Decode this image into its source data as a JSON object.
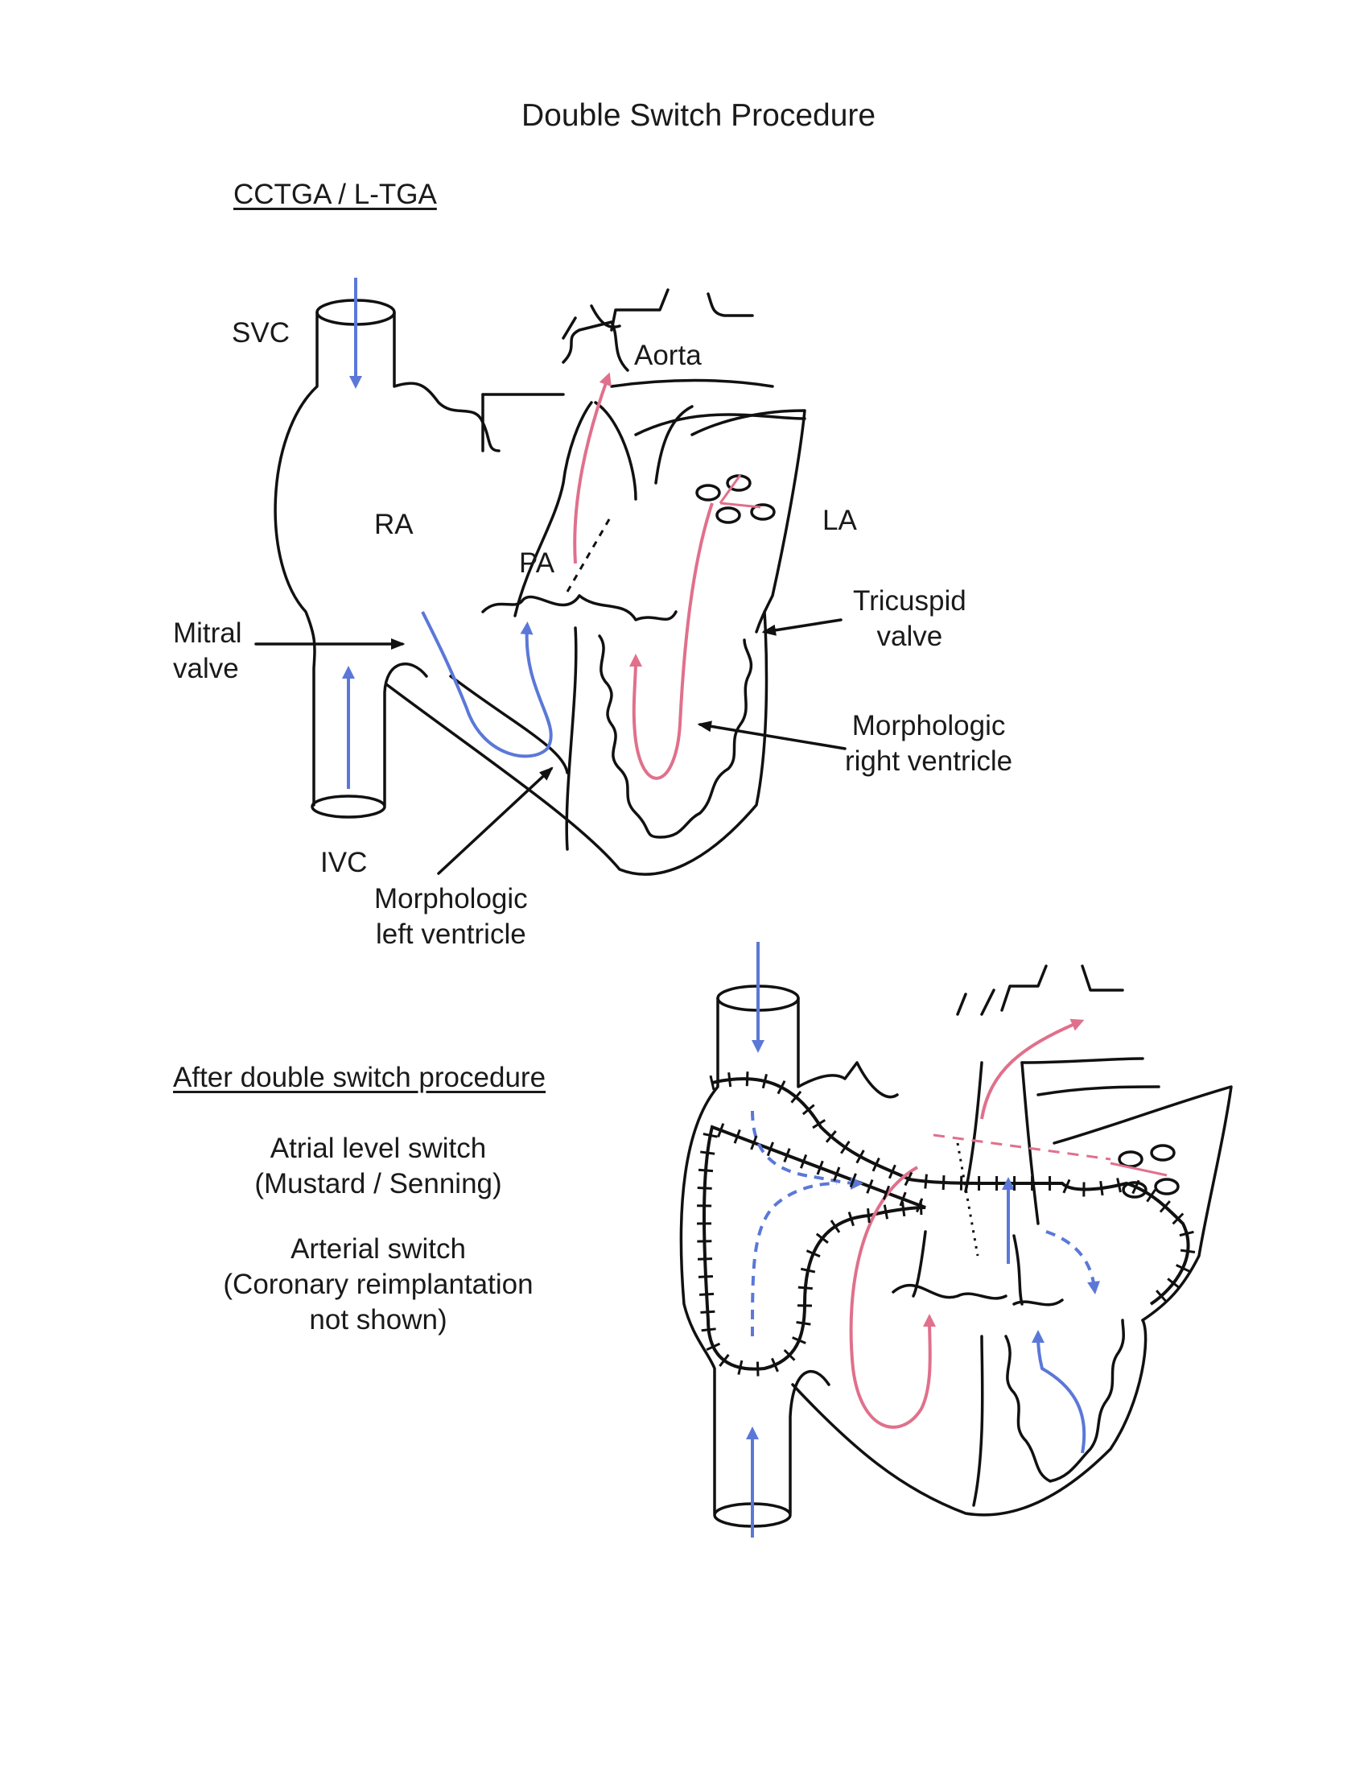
{
  "title": "Double Switch Procedure",
  "section_top": {
    "heading": "CCTGA / L-TGA"
  },
  "labels": {
    "svc": "SVC",
    "aorta": "Aorta",
    "ra": "RA",
    "la": "LA",
    "pa": "PA",
    "mitral_valve": [
      "Mitral",
      "valve"
    ],
    "tricuspid_valve": [
      "Tricuspid",
      "valve"
    ],
    "morph_right_ventricle": [
      "Morphologic",
      "right ventricle"
    ],
    "ivc": "IVC",
    "morph_left_ventricle": [
      "Morphologic",
      "left ventricle"
    ]
  },
  "section_bottom": {
    "heading": "After double switch procedure",
    "atrial_switch": [
      "Atrial level switch",
      "(Mustard / Senning)"
    ],
    "arterial_switch": [
      "Arterial switch",
      "(Coronary reimplantation",
      "not shown)"
    ]
  },
  "colors": {
    "deoxygenated_flow": "#5b78d8",
    "oxygenated_flow": "#e0708c",
    "outline": "#111111"
  }
}
